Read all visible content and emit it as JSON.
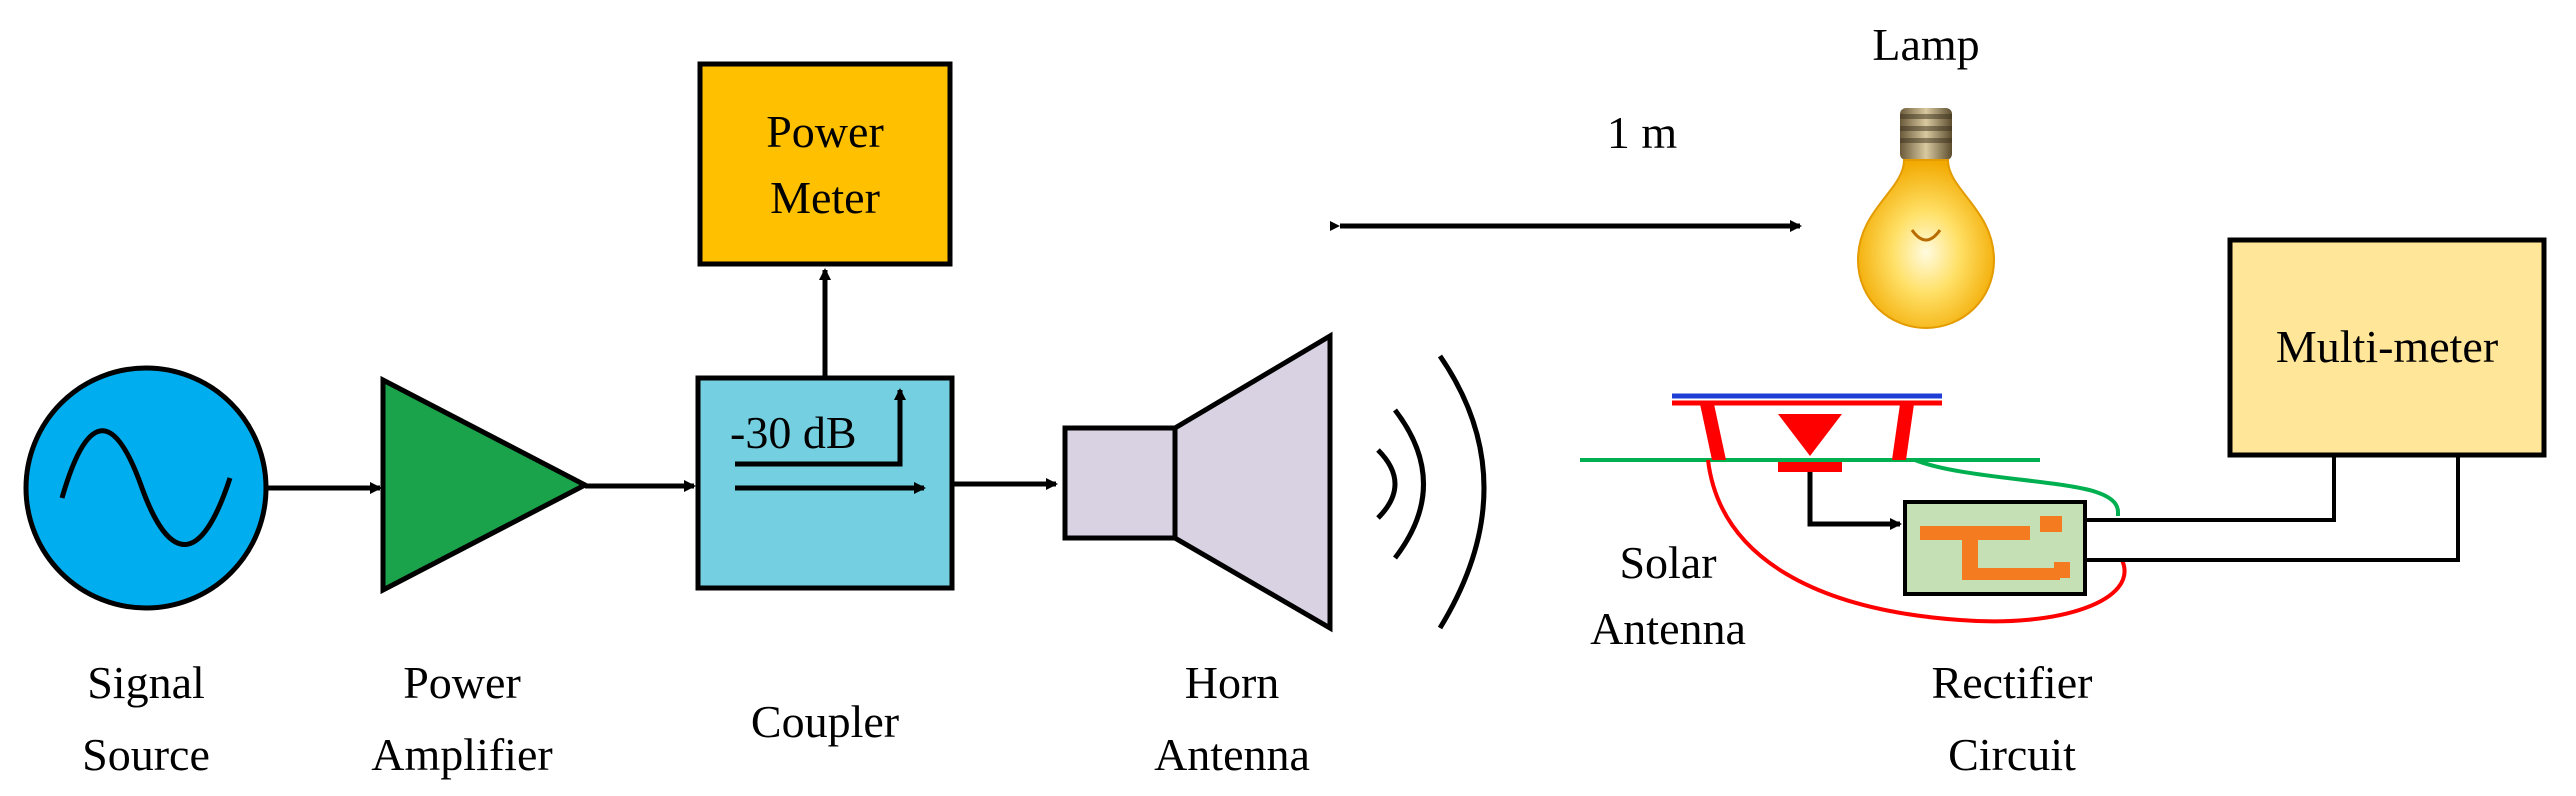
{
  "labels": {
    "signal_source_line1": "Signal",
    "signal_source_line2": "Source",
    "power_amplifier_line1": "Power",
    "power_amplifier_line2": "Amplifier",
    "coupler": "Coupler",
    "coupling_value": "-30 dB",
    "power_meter_line1": "Power",
    "power_meter_line2": "Meter",
    "horn_antenna_line1": "Horn",
    "horn_antenna_line2": "Antenna",
    "distance": "1 m",
    "lamp": "Lamp",
    "solar_antenna_line1": "Solar",
    "solar_antenna_line2": "Antenna",
    "rectifier_line1": "Rectifier",
    "rectifier_line2": "Circuit",
    "multimeter": "Multi-meter"
  },
  "colors": {
    "signal_source": "#00aeef",
    "power_amplifier": "#1aa34a",
    "coupler": "#74cfe0",
    "power_meter": "#ffc000",
    "horn_antenna": "#d9d2e3",
    "multimeter": "#ffe699",
    "rectifier_board": "#c5e0b4",
    "rectifier_trace": "#f47b20",
    "solar_patch_top": "#1f3ed6",
    "solar_patch_red": "#ff0000",
    "ground_line": "#00b050",
    "diode": "#ff0000",
    "wire_red": "#ff0000",
    "wire_green": "#00b050"
  }
}
